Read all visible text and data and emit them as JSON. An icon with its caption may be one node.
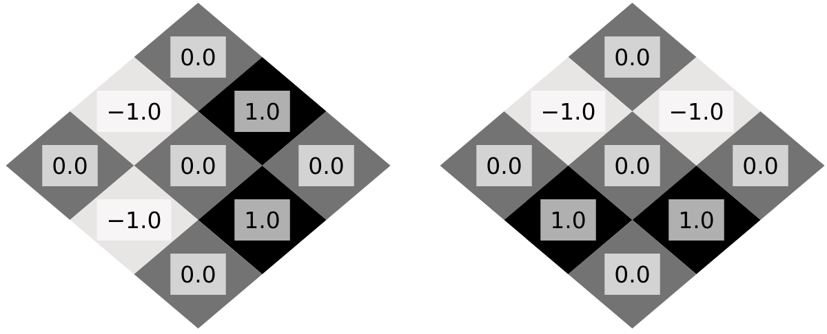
{
  "diagram": {
    "nodes": [
      {
        "text": [
          "0.0"
        ]
      },
      {
        "text": [
          "−1.0"
        ]
      },
      {
        "text": [
          "1.0"
        ]
      },
      {
        "text": [
          "0.0"
        ]
      },
      {
        "text": [
          "0.0"
        ]
      },
      {
        "text": [
          "0.0"
        ]
      },
      {
        "text": [
          "−1.0"
        ]
      },
      {
        "text": [
          "1.0"
        ]
      },
      {
        "text": [
          "0.0"
        ]
      },
      {
        "text": [
          "0.0"
        ]
      },
      {
        "text": [
          "−1.0"
        ]
      },
      {
        "text": [
          "−1.0"
        ]
      },
      {
        "text": [
          "0.0"
        ]
      },
      {
        "text": [
          "0.0"
        ]
      },
      {
        "text": [
          "0.0"
        ]
      },
      {
        "text": [
          "1.0"
        ]
      },
      {
        "text": [
          "1.0"
        ]
      },
      {
        "text": [
          "0.0"
        ]
      }
    ]
  }
}
